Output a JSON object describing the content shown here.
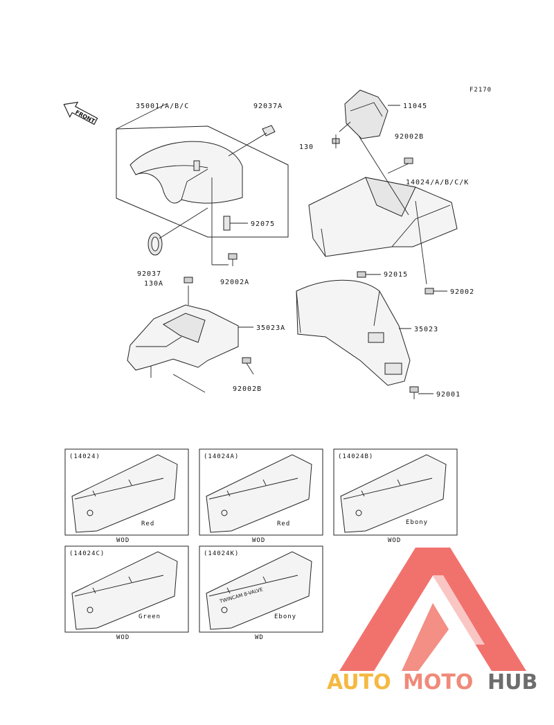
{
  "diagram": {
    "ref": "F2170",
    "front_label": "FRONT",
    "parts": {
      "p35001": "35001/A/B/C",
      "p92037A": "92037A",
      "p92075": "92075",
      "p92037": "92037",
      "p92002A": "92002A",
      "p130A": "130A",
      "p35023A": "35023A",
      "p92002B_lower": "92002B",
      "p11045": "11045",
      "p130": "130",
      "p92002B_upper": "92002B",
      "p14024": "14024/A/B/C/K",
      "p92015": "92015",
      "p92002": "92002",
      "p35023": "35023",
      "p92001": "92001"
    },
    "variants": [
      {
        "code": "(14024)",
        "color": "Red",
        "market": "WOD"
      },
      {
        "code": "(14024A)",
        "color": "Red",
        "market": "WOD"
      },
      {
        "code": "(14024B)",
        "color": "Ebony",
        "market": "WOD"
      },
      {
        "code": "(14024C)",
        "color": "Green",
        "market": "WOD"
      },
      {
        "code": "(14024K)",
        "color": "Ebony",
        "market": "WD",
        "decal": "TWINCAM 8-VALVE"
      }
    ]
  },
  "watermark": {
    "auto": "AUTO",
    "moto": "MOTO",
    "hub": "HUB",
    "colors": {
      "auto": "#f5b942",
      "moto": "#f08a7a",
      "hub": "#6d6d6d",
      "triangle": "#ef5a54"
    }
  }
}
